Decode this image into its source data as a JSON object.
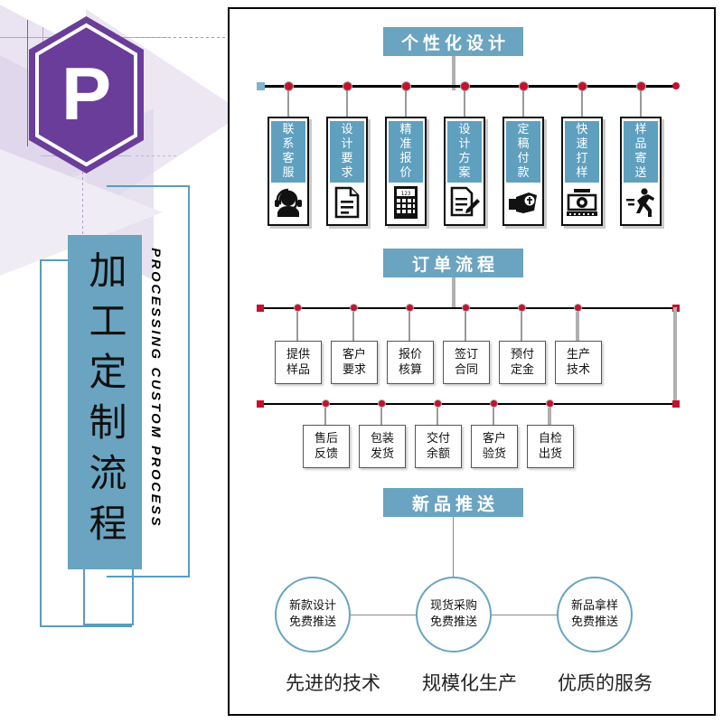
{
  "brand": {
    "hex_letter": "P",
    "title_cn": "加工定制流程",
    "title_en": "PROCESSING CUSTOM PROCESS",
    "accent_blue": "#6aa4c0",
    "accent_purple": "#6a3d9a",
    "dot_red": "#c8102e"
  },
  "sections": [
    {
      "id": "design",
      "heading": "个性化设计"
    },
    {
      "id": "order",
      "heading": "订单流程"
    },
    {
      "id": "newprod",
      "heading": "新品推送"
    }
  ],
  "design_steps": [
    {
      "label": "联系客服",
      "icon": "headset-support-icon"
    },
    {
      "label": "设计要求",
      "icon": "document-icon"
    },
    {
      "label": "精准报价",
      "icon": "calculator-icon"
    },
    {
      "label": "设计方案",
      "icon": "document-pen-icon"
    },
    {
      "label": "定稿付款",
      "icon": "hand-payment-icon"
    },
    {
      "label": "快速打样",
      "icon": "machine-icon"
    },
    {
      "label": "样品寄送",
      "icon": "running-delivery-icon"
    }
  ],
  "order_row_top": [
    {
      "line1": "提供",
      "line2": "样品"
    },
    {
      "line1": "客户",
      "line2": "要求"
    },
    {
      "line1": "报价",
      "line2": "核算"
    },
    {
      "line1": "签订",
      "line2": "合同"
    },
    {
      "line1": "预付",
      "line2": "定金"
    },
    {
      "line1": "生产",
      "line2": "技术"
    }
  ],
  "order_row_bottom": [
    {
      "line1": "售后",
      "line2": "反馈"
    },
    {
      "line1": "包装",
      "line2": "发货"
    },
    {
      "line1": "交付",
      "line2": "余额"
    },
    {
      "line1": "客户",
      "line2": "验货"
    },
    {
      "line1": "自检",
      "line2": "出货"
    }
  ],
  "push_circles": [
    {
      "line1": "新款设计",
      "line2": "免费推送"
    },
    {
      "line1": "现货采购",
      "line2": "免费推送"
    },
    {
      "line1": "新品拿样",
      "line2": "免费推送"
    }
  ],
  "footer_items": [
    "先进的技术",
    "规模化生产",
    "优质的服务"
  ]
}
